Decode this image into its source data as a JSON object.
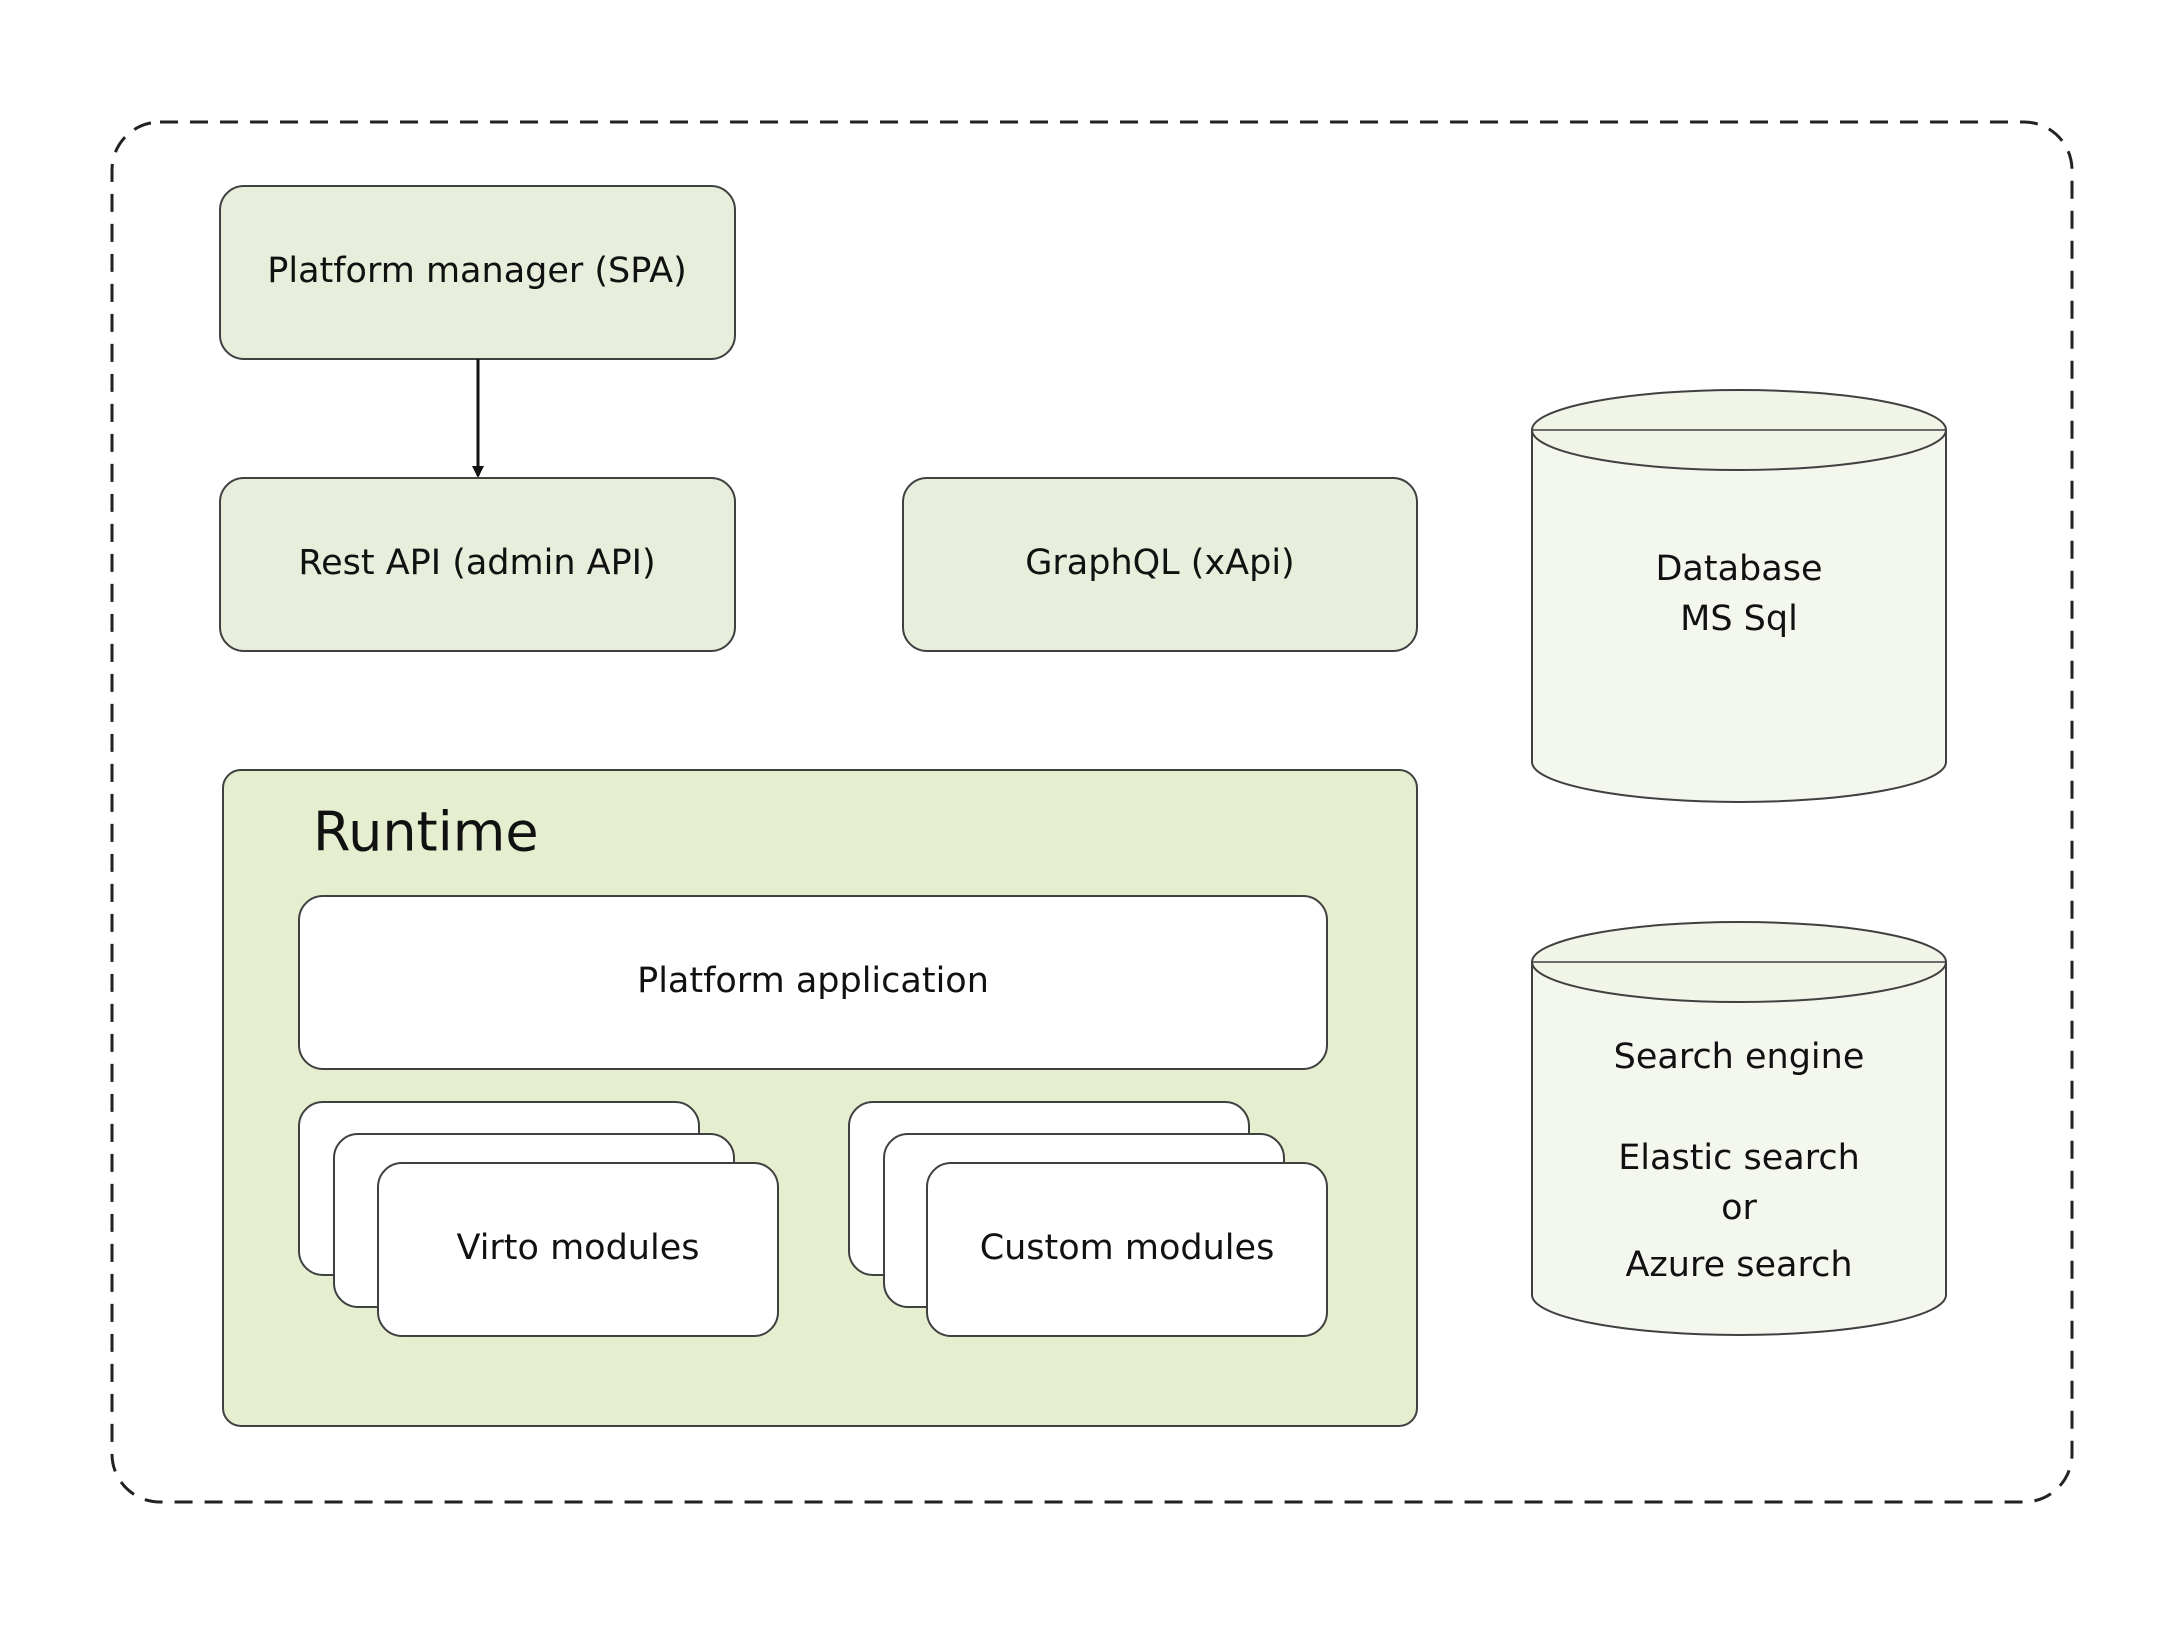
{
  "boxes": {
    "platform_manager": "Platform manager (SPA)",
    "rest_api": "Rest API (admin API)",
    "graphql": "GraphQL (xApi)"
  },
  "runtime": {
    "title": "Runtime",
    "platform_application": "Platform application",
    "virto_modules": "Virto modules",
    "custom_modules": "Custom modules"
  },
  "database": {
    "line1": "Database",
    "line2": "MS Sql"
  },
  "search": {
    "line1": "Search engine",
    "line2": "Elastic search",
    "line3": "or",
    "line4": "Azure search"
  },
  "colors": {
    "box_fill": "#e7eedb",
    "runtime_fill": "#e5efd0",
    "cylinder_fill": "#f4f7ee",
    "stroke": "#404040"
  }
}
